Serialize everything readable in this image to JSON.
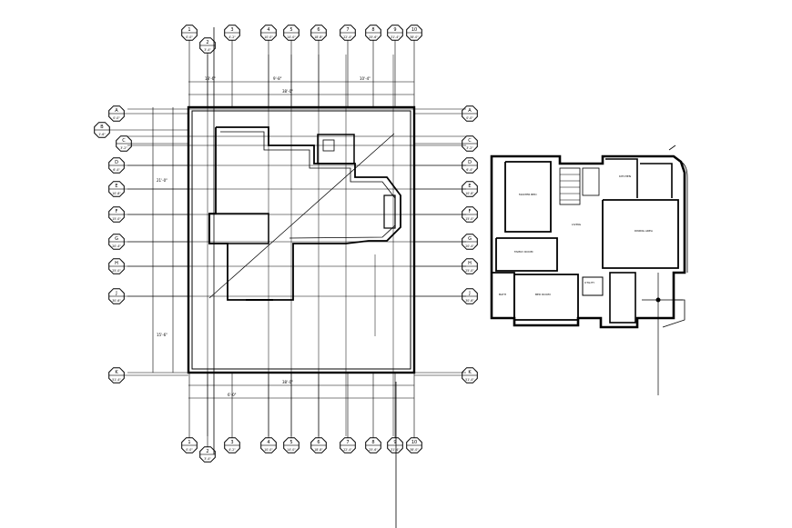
{
  "drawing": {
    "line_color": "#000000",
    "background": "#ffffff",
    "top_bubbles": [
      {
        "label": "1",
        "sub": "0'-0\""
      },
      {
        "label": "2",
        "sub": "3'-4\""
      },
      {
        "label": "3",
        "sub": "4'-2\""
      },
      {
        "label": "4",
        "sub": "10'-0\""
      },
      {
        "label": "5",
        "sub": "14'-0\""
      },
      {
        "label": "6",
        "sub": "18'-8\""
      },
      {
        "label": "7",
        "sub": "22'-4\""
      },
      {
        "label": "8",
        "sub": "25'-6\""
      },
      {
        "label": "9",
        "sub": "31'-4\""
      },
      {
        "label": "10",
        "sub": "38'-0\""
      }
    ],
    "left_bubbles": [
      {
        "label": "A",
        "sub": "0'-0\""
      },
      {
        "label": "B",
        "sub": "1'-6\""
      },
      {
        "label": "C",
        "sub": "3'-2\""
      },
      {
        "label": "D",
        "sub": "6'-4\""
      },
      {
        "label": "E",
        "sub": "10'-8\""
      },
      {
        "label": "F",
        "sub": "15'-0\""
      },
      {
        "label": "G",
        "sub": "20'-4\""
      },
      {
        "label": "H",
        "sub": "25'-0\""
      },
      {
        "label": "J",
        "sub": "30'-6\""
      },
      {
        "label": "K",
        "sub": "51'-4\""
      }
    ],
    "dimension_texts": [
      "18'-6\"",
      "9'-8\"",
      "10'-4\"",
      "6'-0\"",
      "38'-0\"",
      "21'-0\"",
      "15'-6\""
    ],
    "room_labels": [
      "MASTER BED",
      "KITCHEN",
      "LIVING",
      "DINING AREA",
      "FAMILY ROOM",
      "BED ROOM",
      "BATH",
      "UTILITY"
    ]
  }
}
